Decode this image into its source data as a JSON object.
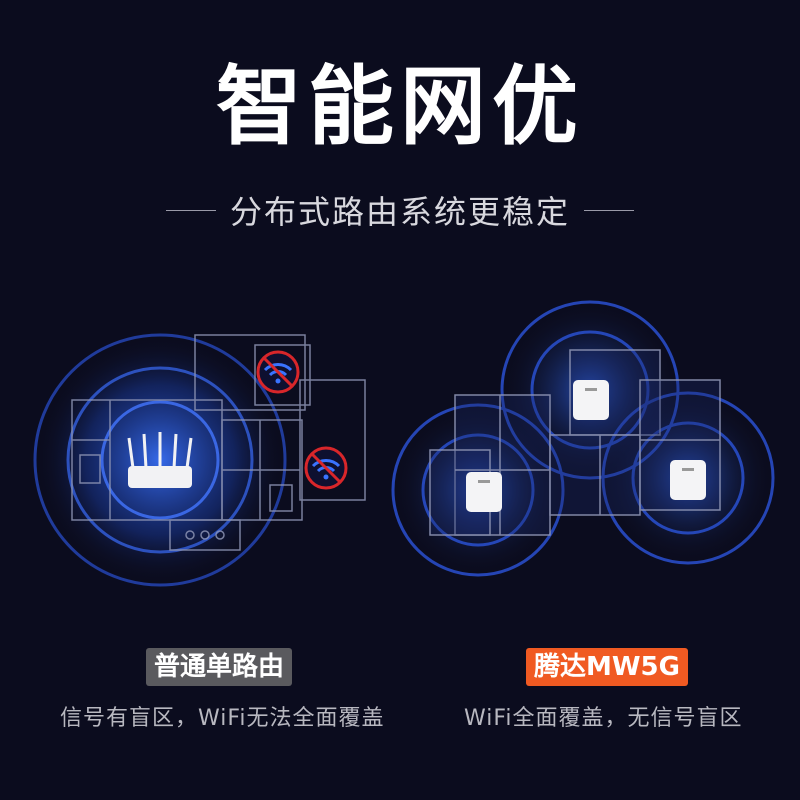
{
  "header": {
    "title": "智能网优",
    "subtitle": "分布式路由系统更稳定"
  },
  "left_panel": {
    "label": "普通单路由",
    "description": "信号有盲区，WiFi无法全面覆盖"
  },
  "right_panel": {
    "label": "腾达MW5G",
    "description": "WiFi全面覆盖，无信号盲区"
  },
  "colors": {
    "background": "#0b0c1e",
    "accent_orange": "#f05a22",
    "label_gray": "#5a5a5e",
    "signal_blue": "#2a5bd8",
    "no_signal_red": "#d8262a"
  }
}
